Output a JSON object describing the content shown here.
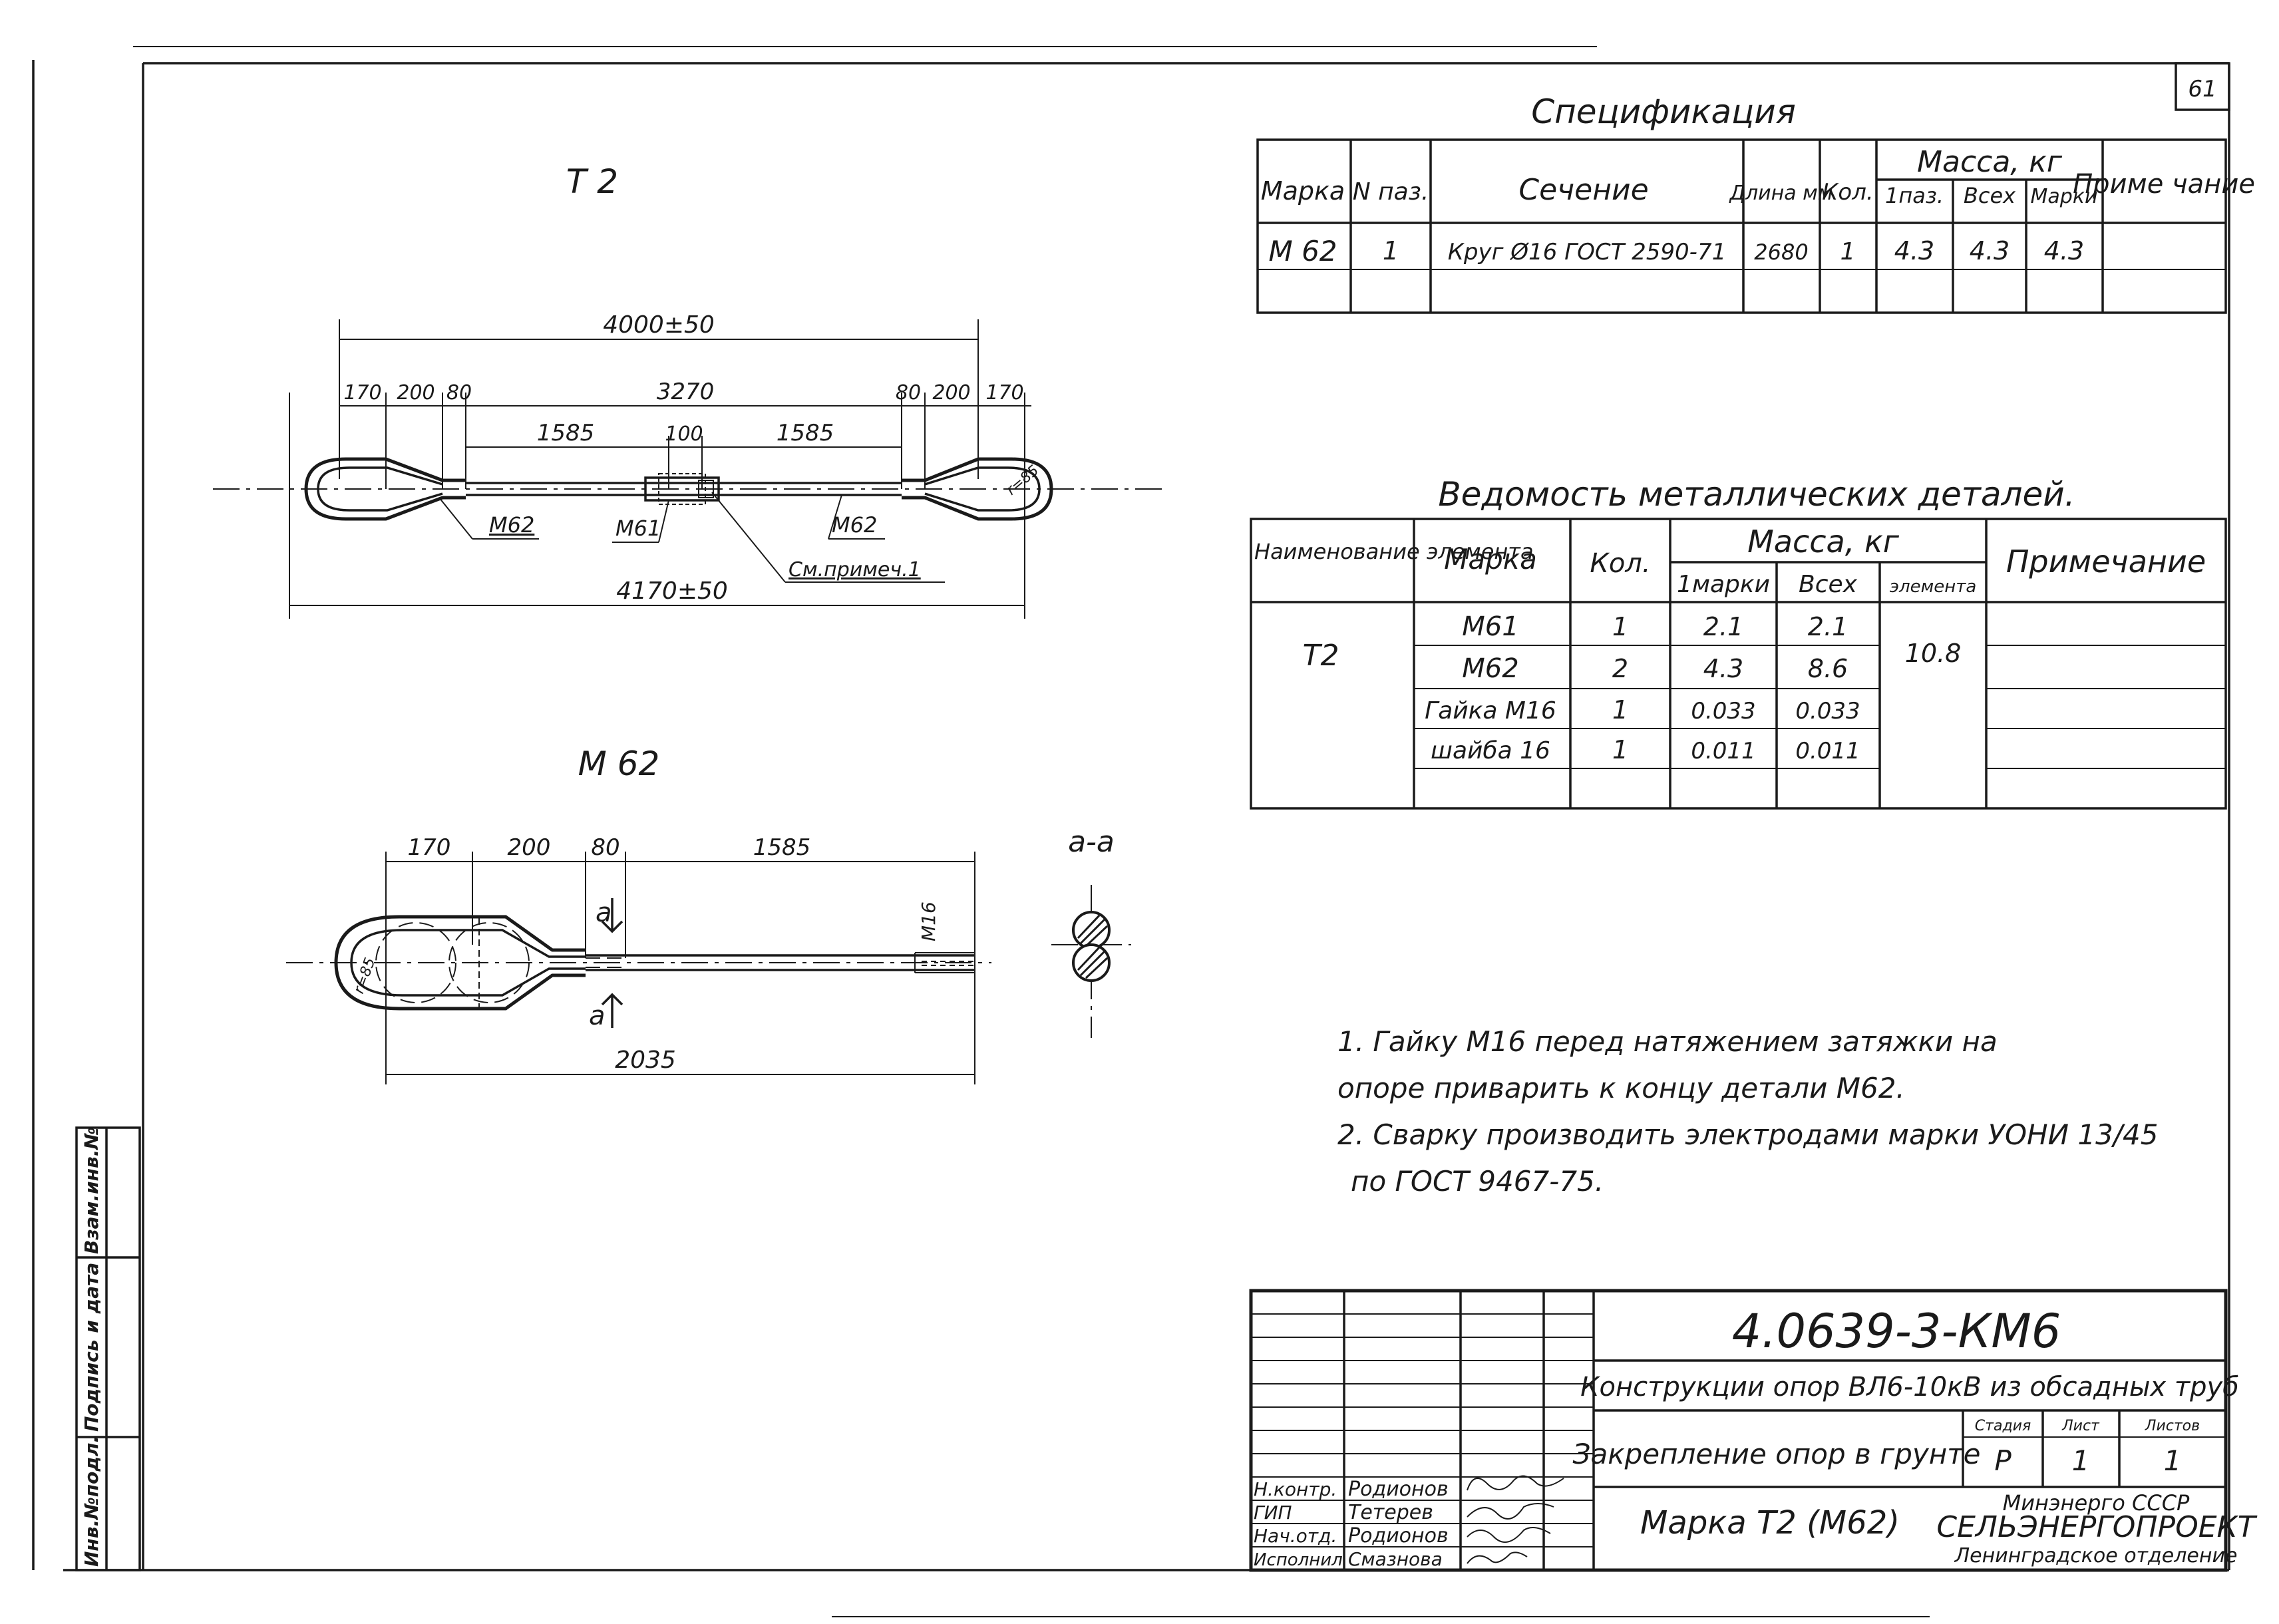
{
  "sheet_number": "61",
  "drawing_t2": {
    "title": "Т 2",
    "dim_total_top": "4000±50",
    "dim_segments": [
      "170",
      "200",
      "80",
      "3270",
      "80",
      "200",
      "170"
    ],
    "dim_middle": [
      "1585",
      "100",
      "1585"
    ],
    "dim_total_bottom": "4170±50",
    "labels": {
      "m62_left": "М62",
      "m61": "М61",
      "m62_right": "М62",
      "note_ref": "См.примеч.1",
      "radius": "r=85"
    }
  },
  "drawing_m62": {
    "title": "М 62",
    "dims": [
      "170",
      "200",
      "80",
      "1585"
    ],
    "dim_total": "2035",
    "thread": "М16",
    "radius": "r=85",
    "cut_mark": "а",
    "section_title": "а-а"
  },
  "spec": {
    "title": "Спецификация",
    "headers": {
      "marka": "Марка",
      "n_paz": "N паз.",
      "sechenie": "Сечение",
      "length": "Длина мм",
      "kol": "Кол.",
      "massa": "Масса, кг",
      "m1": "1паз.",
      "m_all": "Всех",
      "m_mark": "Марки",
      "note": "Приме чание"
    },
    "row": {
      "marka": "М 62",
      "n": "1",
      "sechenie": "Круг Ø16 ГОСТ 2590-71",
      "length": "2680",
      "kol": "1",
      "m1": "4.3",
      "m_all": "4.3",
      "m_mark": "4.3",
      "note": ""
    }
  },
  "vedomost": {
    "title": "Ведомость металлических деталей.",
    "headers": {
      "name": "Наименование элемента",
      "marka": "Марка",
      "kol": "Кол.",
      "massa": "Масса, кг",
      "m1": "1марки",
      "m_all": "Всех",
      "m_el": "элемента",
      "note": "Примечание"
    },
    "element": "Т2",
    "element_mass": "10.8",
    "rows": [
      {
        "marka": "М61",
        "kol": "1",
        "m1": "2.1",
        "m_all": "2.1"
      },
      {
        "marka": "М62",
        "kol": "2",
        "m1": "4.3",
        "m_all": "8.6"
      },
      {
        "marka": "Гайка М16",
        "kol": "1",
        "m1": "0.033",
        "m_all": "0.033"
      },
      {
        "marka": "шайба 16",
        "kol": "1",
        "m1": "0.011",
        "m_all": "0.011"
      }
    ]
  },
  "notes": [
    "1. Гайку М16 перед натяжением затяжки на",
    "опоре приварить к концу детали М62.",
    "2. Сварку производить электродами марки УОНИ 13/45",
    "по ГОСТ 9467-75."
  ],
  "title_block": {
    "code": "4.0639-3-КМ6",
    "project": "Конструкции опор ВЛ6-10кВ из обсадных труб",
    "sheet_title": "Закрепление опор в грунте",
    "item": "Марка Т2 (М62)",
    "stage_label": "Стадия",
    "list_label": "Лист",
    "lists_label": "Листов",
    "stage": "Р",
    "list": "1",
    "lists": "1",
    "org1": "Минэнерго СССР",
    "org2": "СЕЛЬЭНЕРГОПРОЕКТ",
    "org3": "Ленинградское отделение",
    "signers": [
      {
        "role": "Н.контр.",
        "name": "Родионов"
      },
      {
        "role": "ГИП",
        "name": "Тетерев"
      },
      {
        "role": "Нач.отд.",
        "name": "Родионов"
      },
      {
        "role": "Исполнил",
        "name": "Смазнова"
      }
    ]
  },
  "side_stamp": [
    "Инв.№подл.",
    "Подпись и дата",
    "Взам.инв.№"
  ]
}
